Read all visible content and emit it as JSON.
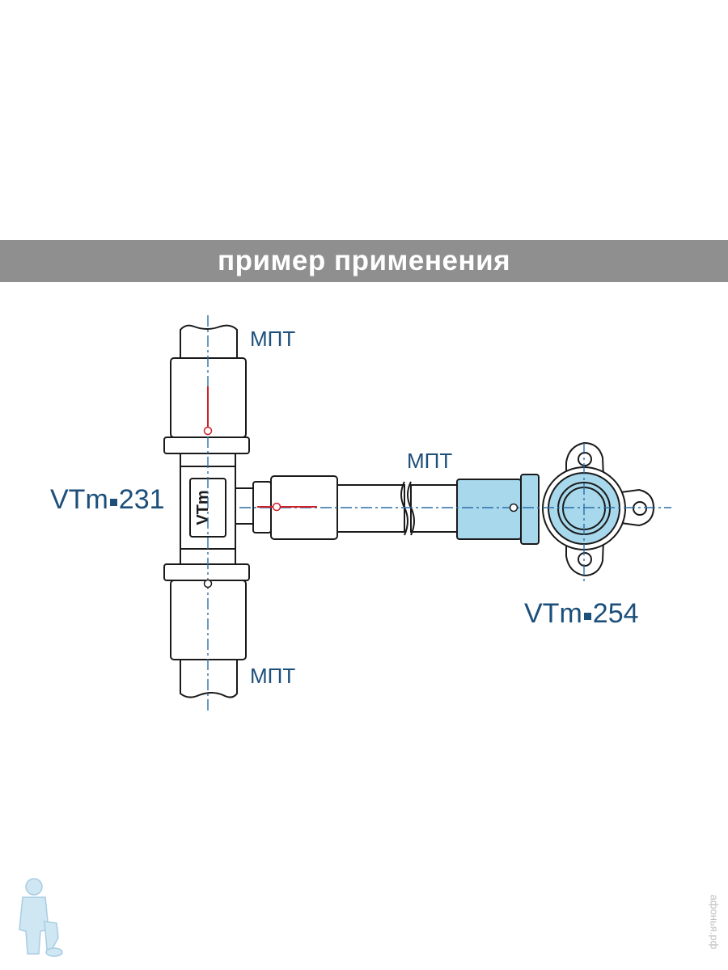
{
  "banner": {
    "title": "пример применения"
  },
  "labels": {
    "mpt_top": "МПТ",
    "mpt_middle": "МПТ",
    "mpt_bottom": "МПТ",
    "tee_code_prefix": "VTm",
    "tee_code_number": "231",
    "wall_code_prefix": "VTm",
    "wall_code_number": "254"
  },
  "tee_logo": "VTm",
  "colors": {
    "banner": "#8f8f8f",
    "label_text": "#1c4f7a",
    "outline": "#1a1a1a",
    "centerline": "#2a6ea8",
    "highlight_fill": "#a8d8ec",
    "red_mark": "#d0202a",
    "watermark": "#c0c0c0"
  },
  "icons": {
    "logo": "plumber-figure-icon"
  },
  "watermark": {
    "text": "афонья.рф"
  }
}
